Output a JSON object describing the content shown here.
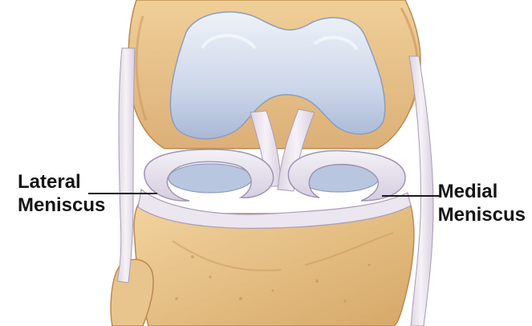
{
  "labels": {
    "lateral_meniscus": [
      "Lateral",
      "Meniscus"
    ],
    "medial_meniscus": [
      "Medial",
      "Meniscus"
    ]
  },
  "colors": {
    "background": "#ffffff",
    "bone": "#e8c48c",
    "bone_shadow": "#c99a5c",
    "cartilage": "#cfd8ea",
    "cartilage_shadow": "#9fb0cf",
    "ligament": "#ece6ee",
    "meniscus": "#e6e2ec",
    "leader_line": "#1a1a1a",
    "label_text": "#141414"
  }
}
